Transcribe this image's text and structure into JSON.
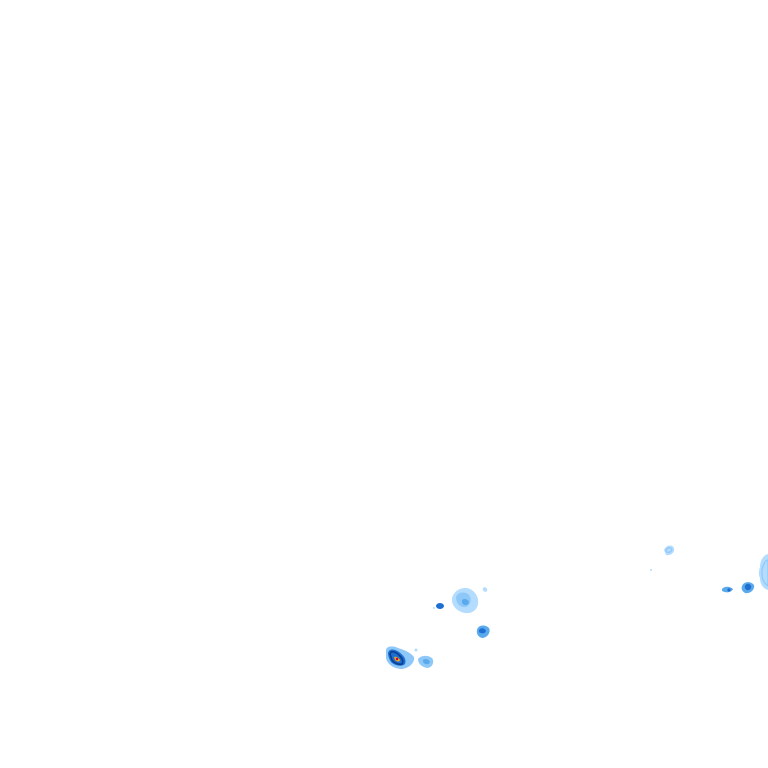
{
  "map": {
    "kind": "weather-radar-overlay",
    "background_color": "#ffffff",
    "palette": {
      "light_rain": "#b3dcff",
      "light_rain_edge": "#8ec8f8",
      "moderate_rain": "#5aa9ec",
      "heavy_rain": "#1f6fd1",
      "very_heavy_rain": "#0b4fb0",
      "intense_rain": "#f5a623",
      "extreme_rain": "#d0021b"
    },
    "echo_cells": [
      {
        "name": "echo-cell-southwest",
        "intensity": "intense"
      },
      {
        "name": "echo-cell-southwest-tail",
        "intensity": "moderate"
      },
      {
        "name": "echo-cell-central-cluster",
        "intensity": "light"
      },
      {
        "name": "echo-cell-central-dot",
        "intensity": "heavy"
      },
      {
        "name": "echo-cell-central-south",
        "intensity": "heavy"
      },
      {
        "name": "echo-cell-east-small",
        "intensity": "light"
      },
      {
        "name": "echo-cell-east-pair",
        "intensity": "heavy"
      },
      {
        "name": "echo-cell-east-edge",
        "intensity": "light"
      }
    ]
  }
}
